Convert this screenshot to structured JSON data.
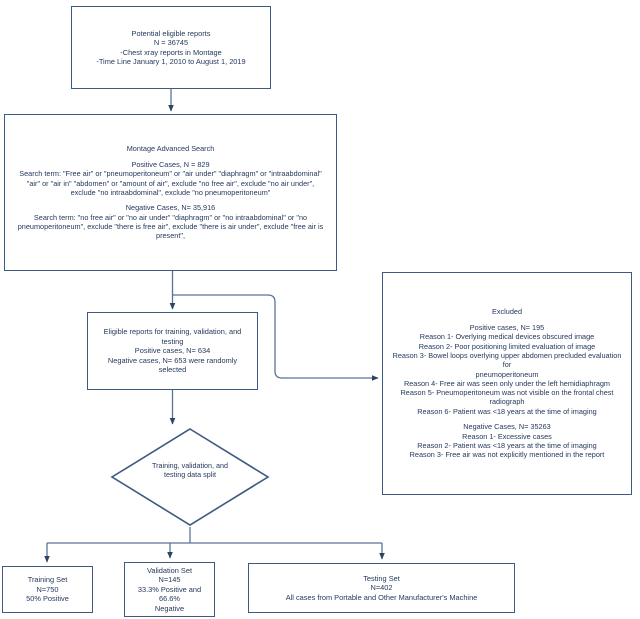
{
  "diagram": {
    "title": "Study flow diagram for chest radiograph report selection",
    "type": "flowchart",
    "colors": {
      "border": "#3d5a80",
      "text": "#24395c",
      "background": "#ffffff",
      "connector": "#5a7296"
    }
  },
  "nodes": {
    "potential": {
      "name": "potential-eligible-reports",
      "lines": [
        "Potential eligible reports",
        "N = 36745",
        "-Chest xray reports in Montage",
        "-Time Line  January 1, 2010  to August 1, 2019"
      ]
    },
    "montage": {
      "name": "montage-advanced-search",
      "heading": "Montage Advanced Search",
      "positive_heading": "Positive Cases, N = 829",
      "positive_lines": [
        "Search term: \"Free air\" or \"pneumoperitoneum\" or \"air under\" \"diaphragm\" or \"intraabdominal\"",
        "\"air\" or \"air in\" \"abdomen\" or \"amount of air\",  exclude \"no free air\", exclude \"no air under\",",
        "exclude \"no intraabdominal\", exclude \"no pneumoperitoneum\""
      ],
      "negative_heading": "Negative Cases, N= 35,916",
      "negative_lines": [
        "Search term:  \"no free air\" or \"no air under\" \"diaphragm\" or \"no intraabdominal\" or \"no",
        "pneumoperitoneum\", exclude \"there is free air\", exclude \"there is air under\", exclude \"free air is",
        "present\","
      ]
    },
    "eligible": {
      "name": "eligible-reports",
      "lines": [
        "Eligible reports for training, validation, and",
        "testing",
        "Positive cases, N= 634",
        "Negative cases, N= 653 were randomly",
        "selected"
      ]
    },
    "excluded": {
      "name": "excluded-reports",
      "heading": "Excluded",
      "positive_heading": "Positive cases, N= 195",
      "positive_reasons": [
        "Reason 1- Overlying medical devices obscured image",
        "Reason 2- Poor positioning limited evaluation of image",
        "Reason 3- Bowel loops overlying upper abdomen precluded evaluation for",
        "pneumoperitoneum",
        "Reason 4- Free air was seen only under the left hemidiaphragm",
        "Reason 5- Pneumoperitoneum was not visible on the frontal chest",
        "radiograph",
        "Reason 6- Patient was <18 years at the time of imaging"
      ],
      "negative_heading": "Negative Cases, N= 35263",
      "negative_reasons": [
        "Reason 1- Excessive cases",
        "Reason 2- Patient was <18 years at the time of imaging",
        "Reason 3- Free air was not explicitly mentioned in the report"
      ]
    },
    "split": {
      "name": "data-split-decision",
      "lines": [
        "Training, validation, and",
        "testing data split"
      ]
    },
    "training": {
      "name": "training-set",
      "lines": [
        "Training Set",
        "N=750",
        "50% Positive"
      ]
    },
    "validation": {
      "name": "validation-set",
      "lines": [
        "Validation Set",
        "N=145",
        "33.3% Positive and 66.6%",
        "Negative"
      ]
    },
    "testing": {
      "name": "testing-set",
      "lines": [
        "Testing Set",
        "N=402",
        "All cases from Portable and Other Manufacturer's Machine"
      ]
    }
  }
}
